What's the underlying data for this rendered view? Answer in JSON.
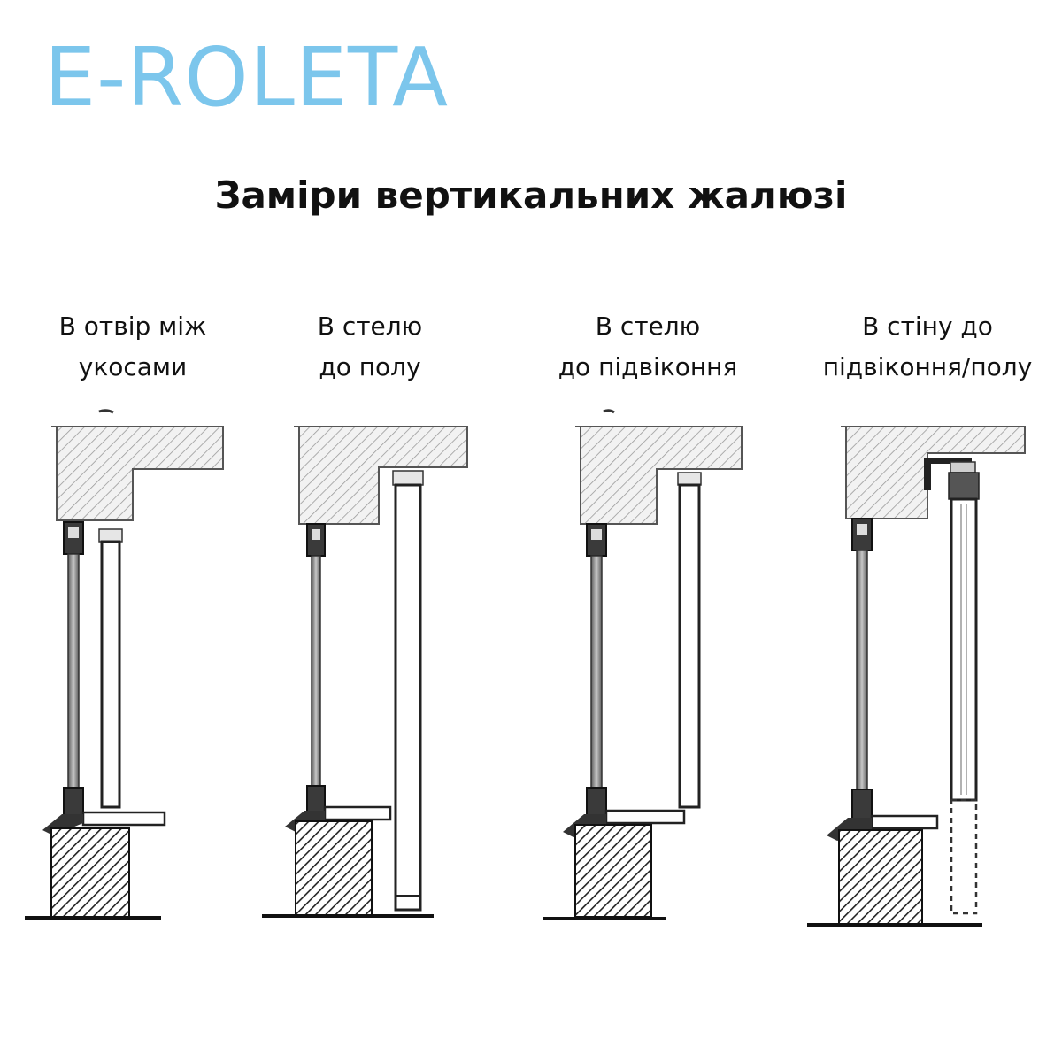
{
  "brand": {
    "logo_text": "E-ROLETA",
    "logo_color": "#7cc6ec"
  },
  "header": {
    "title": "Заміри вертикальних жалюзі"
  },
  "mounting_options": [
    {
      "line1": "В отвір між",
      "line2": "укосами"
    },
    {
      "line1": "В стелю",
      "line2": "до полу"
    },
    {
      "line1": "В стелю",
      "line2": "до підвіконня"
    },
    {
      "line1": "В стіну до",
      "line2": "підвіконня/полу"
    }
  ]
}
